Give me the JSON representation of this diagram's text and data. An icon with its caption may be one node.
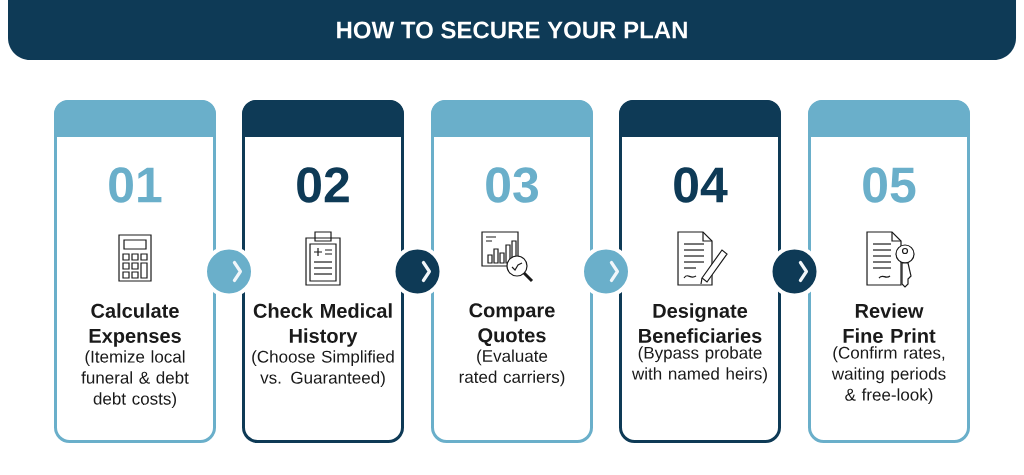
{
  "diagram": {
    "title": "HOW TO SECURE YOUR PLAN",
    "nodes": [
      {
        "text": [
          "01",
          "Calculate Expenses",
          "(Itemize local funeral & debt debt costs)"
        ]
      },
      {
        "text": [
          "02",
          "Check Medical History",
          "(Choose Simplified vs. Guaranteed)"
        ]
      },
      {
        "text": [
          "03",
          "Compare Quotes",
          "(Evaluate rated carriers)"
        ]
      },
      {
        "text": [
          "04",
          "Designate Beneficiaries",
          "(Bypass probate with named heirs)"
        ]
      },
      {
        "text": [
          "05",
          "Review Fine Print",
          "(Confirm rates, waiting periods & free-look)"
        ]
      }
    ],
    "edges": [
      {
        "from": 0,
        "to": 1,
        "arrow": "to"
      },
      {
        "from": 1,
        "to": 2,
        "arrow": "to"
      },
      {
        "from": 2,
        "to": 3,
        "arrow": "to"
      },
      {
        "from": 3,
        "to": 4,
        "arrow": "to"
      }
    ]
  }
}
